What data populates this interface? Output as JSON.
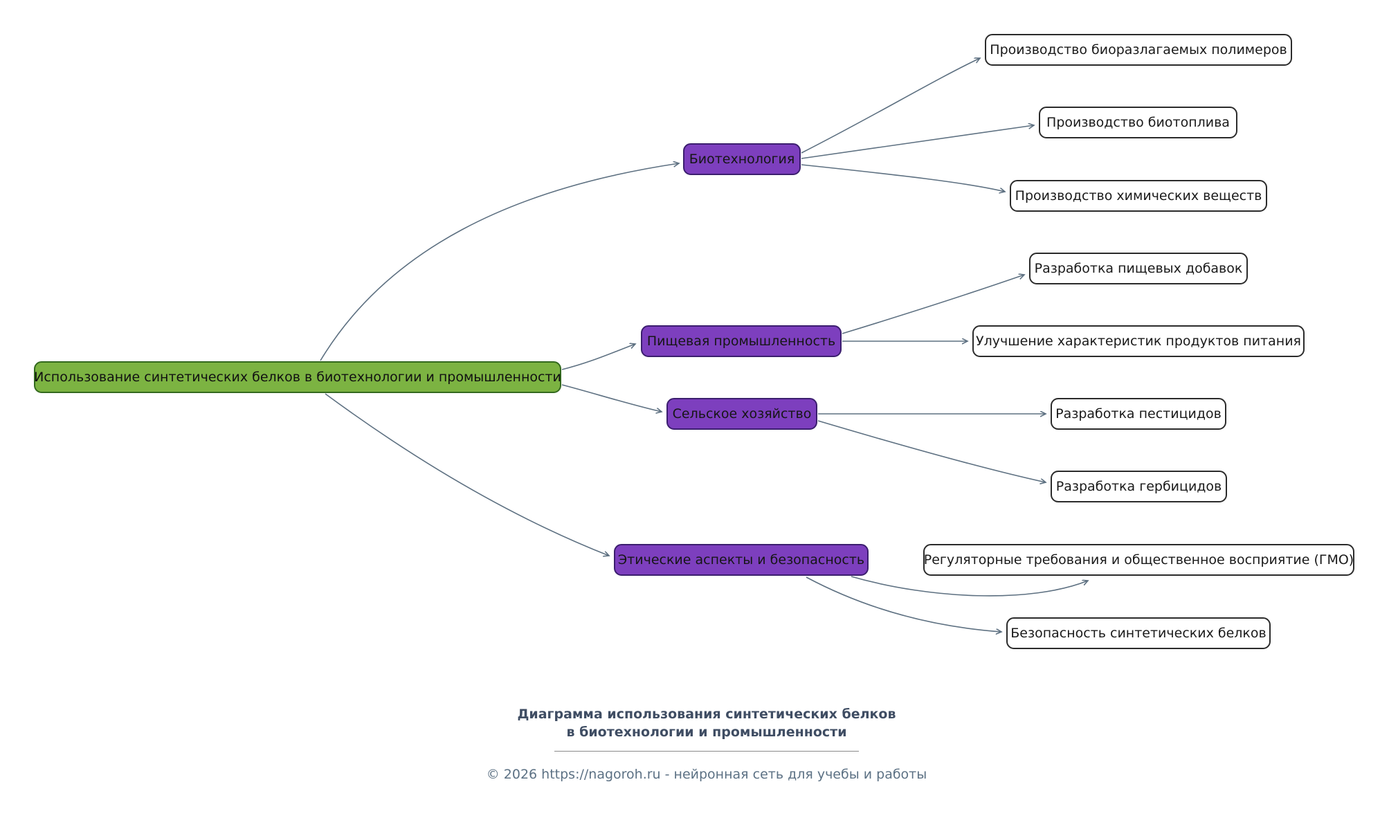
{
  "canvas": {
    "background": "#ffffff",
    "edge_color": "#5d7081"
  },
  "mindmap": {
    "root": {
      "label": "Использование синтетических белков в биотехнологии и промышленности",
      "fill": "#7cb342",
      "border": "#33691e"
    },
    "branch_style": {
      "fill": "#7d3fbe",
      "border": "#3b1e6e"
    },
    "leaf_style": {
      "fill": "#ffffff",
      "border": "#2b2b2b"
    },
    "branches": [
      {
        "label": "Биотехнология",
        "children": [
          "Производство биоразлагаемых полимеров",
          "Производство биотоплива",
          "Производство химических веществ"
        ]
      },
      {
        "label": "Пищевая промышленность",
        "children": [
          "Разработка пищевых добавок",
          "Улучшение характеристик продуктов питания"
        ]
      },
      {
        "label": "Сельское хозяйство",
        "children": [
          "Разработка пестицидов",
          "Разработка гербицидов"
        ]
      },
      {
        "label": "Этические аспекты и безопасность",
        "children": [
          "Регуляторные требования и общественное восприятие (ГМО)",
          "Безопасность синтетических белков"
        ]
      }
    ]
  },
  "footer": {
    "title_line1": "Диаграмма использования синтетических белков",
    "title_line2": "в биотехнологии и промышленности",
    "copyright": "© 2026 https://nagoroh.ru - нейронная сеть для учебы и работы"
  }
}
